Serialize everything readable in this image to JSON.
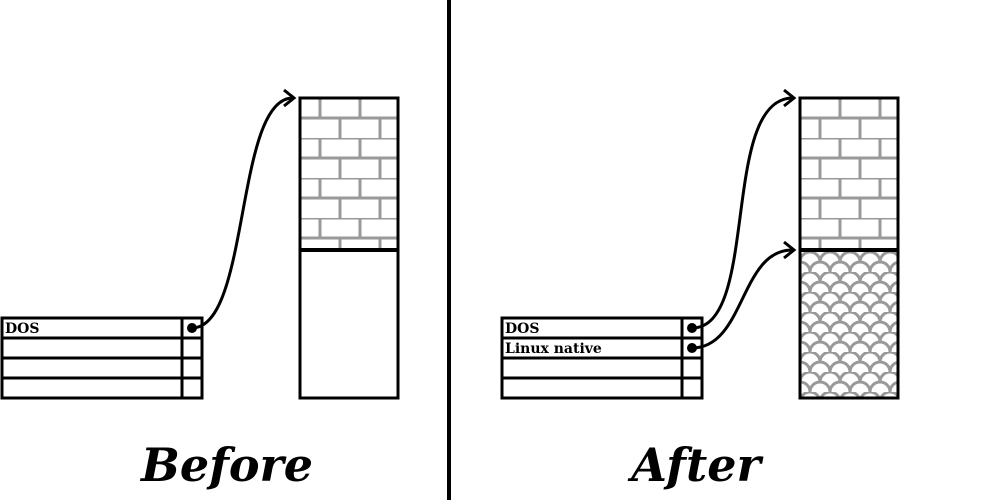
{
  "before": {
    "caption": "Before",
    "table_rows": [
      "DOS",
      "",
      "",
      ""
    ]
  },
  "after": {
    "caption": "After",
    "table_rows": [
      "DOS",
      "Linux native",
      "",
      ""
    ]
  },
  "colors": {
    "line": "#000000",
    "pattern": "#999999",
    "background": "#ffffff"
  }
}
